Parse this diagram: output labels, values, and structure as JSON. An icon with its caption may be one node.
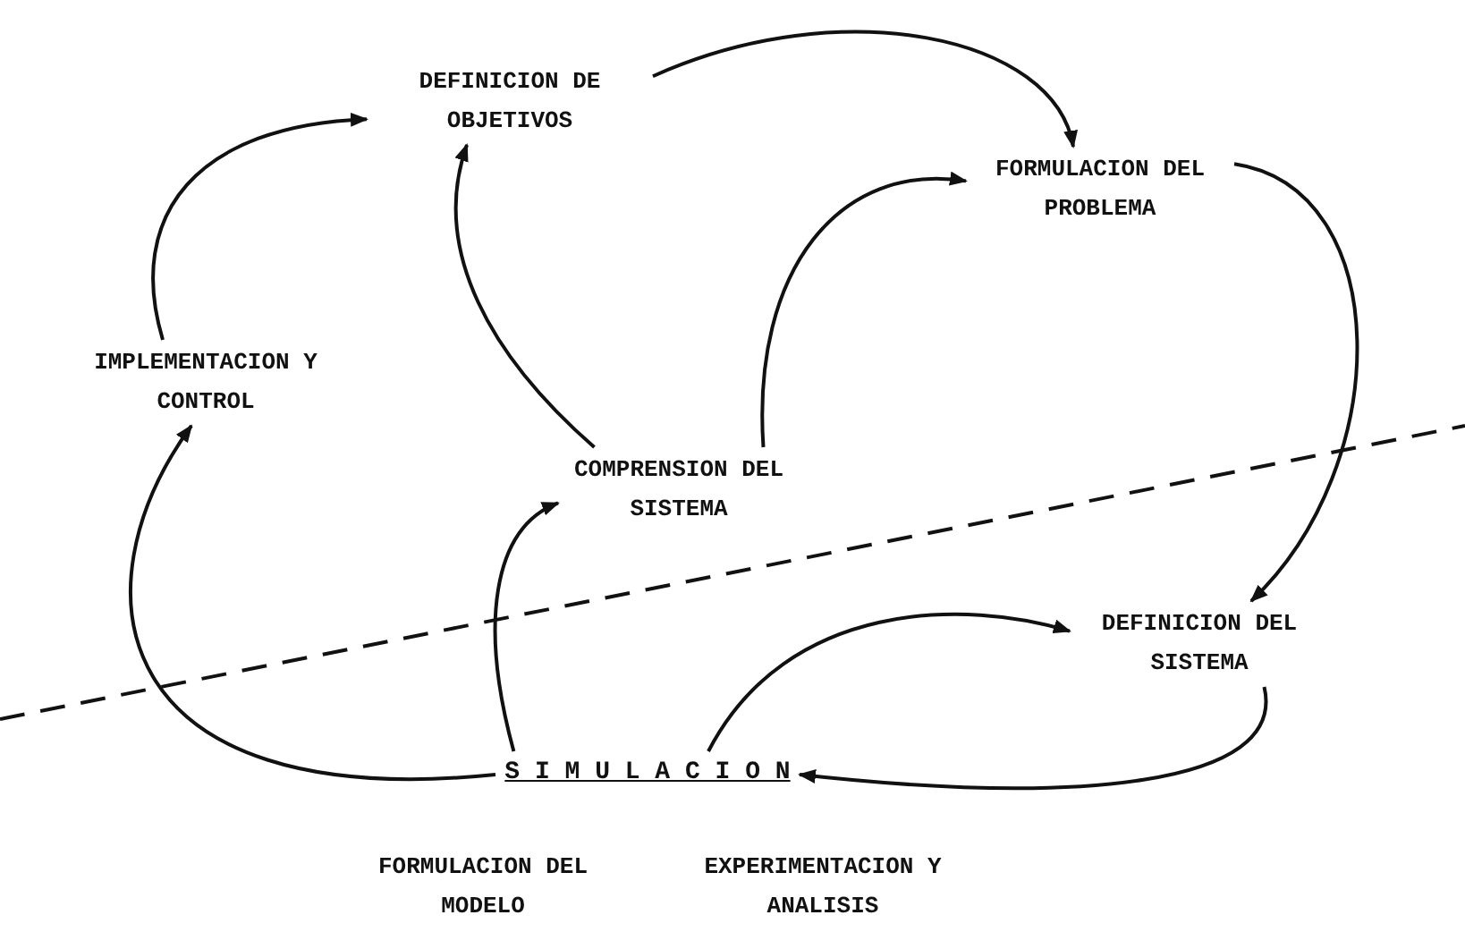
{
  "diagram": {
    "nodes": [
      {
        "text": [
          "DEFINICION DE OBJETIVOS"
        ]
      },
      {
        "text": [
          "FORMULACION DEL PROBLEMA"
        ]
      },
      {
        "text": [
          "IMPLEMENTACION Y CONTROL"
        ]
      },
      {
        "text": [
          "COMPRENSION DEL SISTEMA"
        ]
      },
      {
        "text": [
          "DEFINICION DEL SISTEMA"
        ]
      },
      {
        "text": [
          "S I M U L A C I O N"
        ]
      }
    ],
    "edges": [
      {
        "from": 0,
        "to": 1,
        "arrow": "to"
      },
      {
        "from": 1,
        "to": 4,
        "arrow": "to"
      },
      {
        "from": 4,
        "to": 5,
        "arrow": "to"
      },
      {
        "from": 5,
        "to": 2,
        "arrow": "to"
      },
      {
        "from": 2,
        "to": 0,
        "arrow": "to"
      },
      {
        "from": 5,
        "to": 3,
        "arrow": "to"
      },
      {
        "from": 3,
        "to": 0,
        "arrow": "to"
      },
      {
        "from": 3,
        "to": 1,
        "arrow": "to"
      },
      {
        "from": 5,
        "to": 4,
        "arrow": "to"
      }
    ],
    "labels": [
      "FORMULACION DEL MODELO",
      "EXPERIMENTACION Y ANALISIS"
    ]
  }
}
